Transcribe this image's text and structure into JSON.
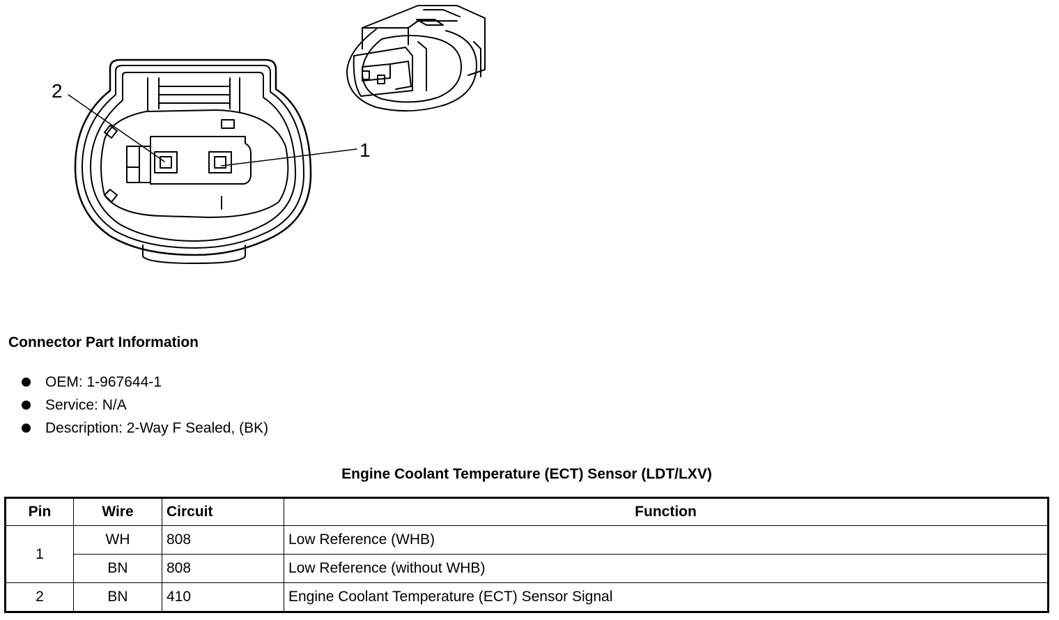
{
  "diagram": {
    "callouts": [
      {
        "label": "2"
      },
      {
        "label": "1"
      }
    ]
  },
  "part_info": {
    "title": "Connector Part Information",
    "items": [
      {
        "text": "OEM: 1-967644-1"
      },
      {
        "text": "Service: N/A"
      },
      {
        "text": "Description: 2-Way F Sealed, (BK)"
      }
    ]
  },
  "pin_table": {
    "title": "Engine Coolant Temperature (ECT) Sensor (LDT/LXV)",
    "headers": {
      "pin": "Pin",
      "wire": "Wire",
      "circuit": "Circuit",
      "function": "Function"
    },
    "rows": [
      {
        "pin": "1",
        "wire": "WH",
        "circuit": "808",
        "function": "Low Reference (WHB)"
      },
      {
        "pin": "",
        "wire": "BN",
        "circuit": "808",
        "function": "Low Reference (without WHB)"
      },
      {
        "pin": "2",
        "wire": "BN",
        "circuit": "410",
        "function": "Engine Coolant Temperature (ECT) Sensor Signal"
      }
    ]
  }
}
